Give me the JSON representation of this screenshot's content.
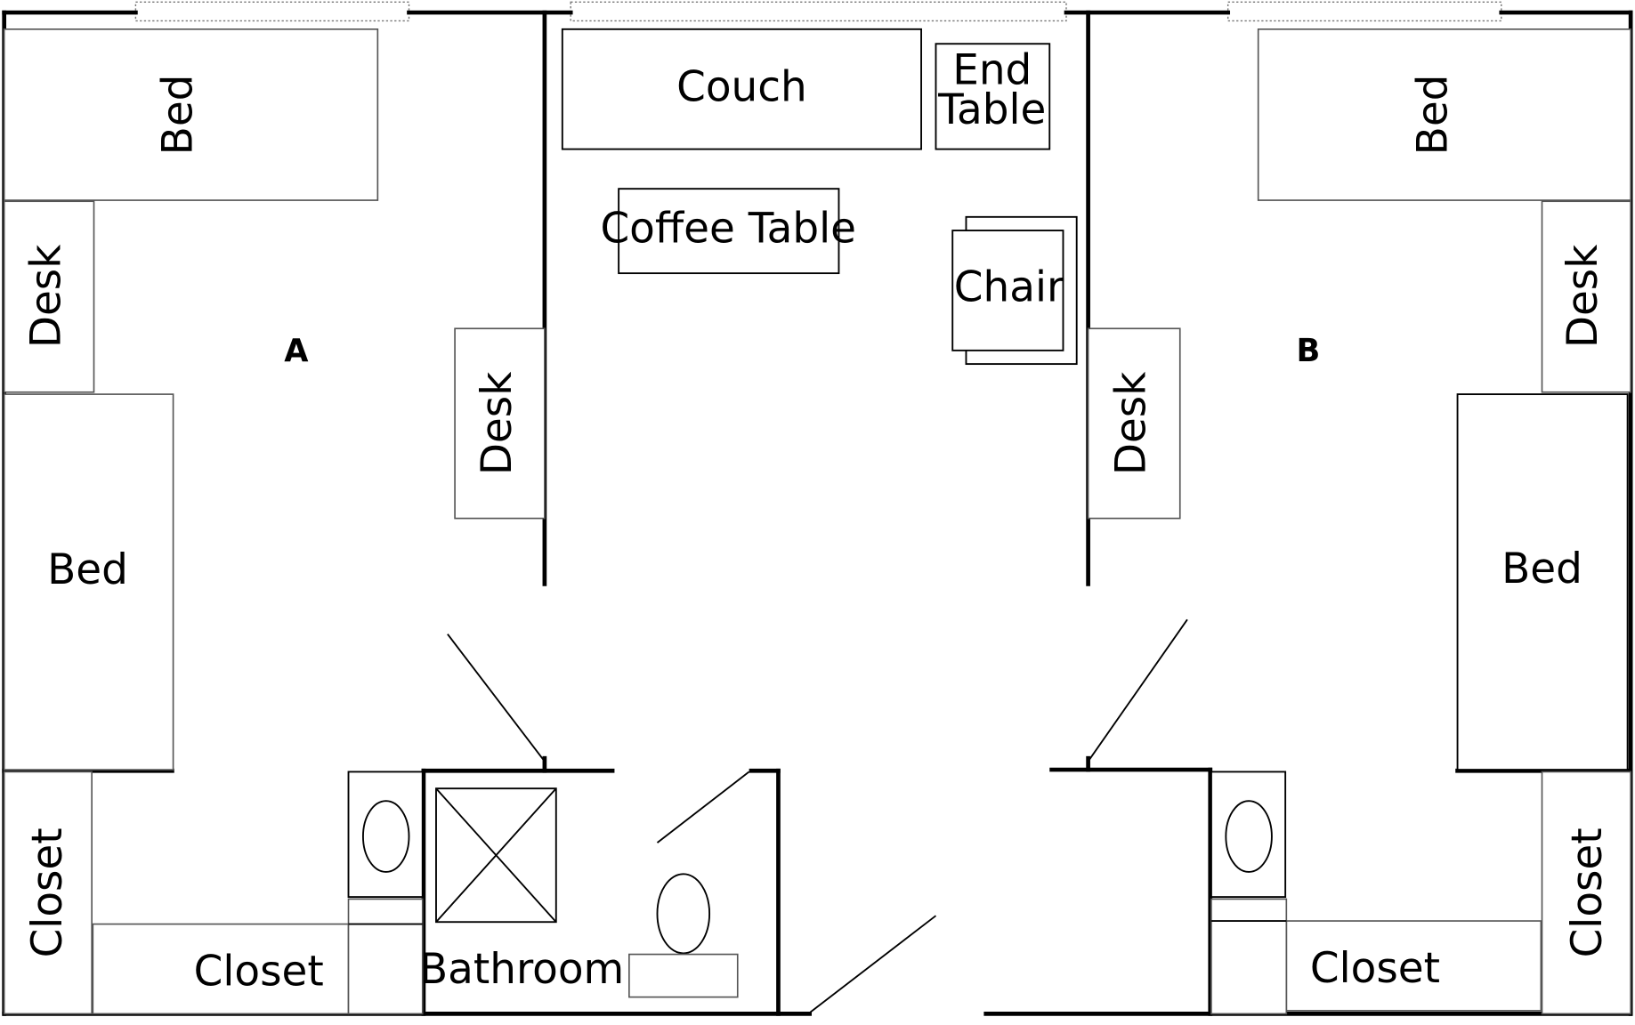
{
  "rooms": {
    "a": "A",
    "b": "B"
  },
  "furniture": {
    "bed_a_top": "Bed",
    "desk_a_left": "Desk",
    "bed_a_left": "Bed",
    "desk_a_right": "Desk",
    "closet_a_vertical": "Closet",
    "closet_a_bottom": "Closet",
    "couch": "Couch",
    "end_table_line1": "End",
    "end_table_line2": "Table",
    "coffee_table": "Coffee Table",
    "chair": "Chair",
    "bathroom": "Bathroom",
    "desk_b_left": "Desk",
    "bed_b_top": "Bed",
    "desk_b_right": "Desk",
    "bed_b_right": "Bed",
    "closet_b_vertical": "Closet",
    "closet_b_bottom": "Closet"
  }
}
